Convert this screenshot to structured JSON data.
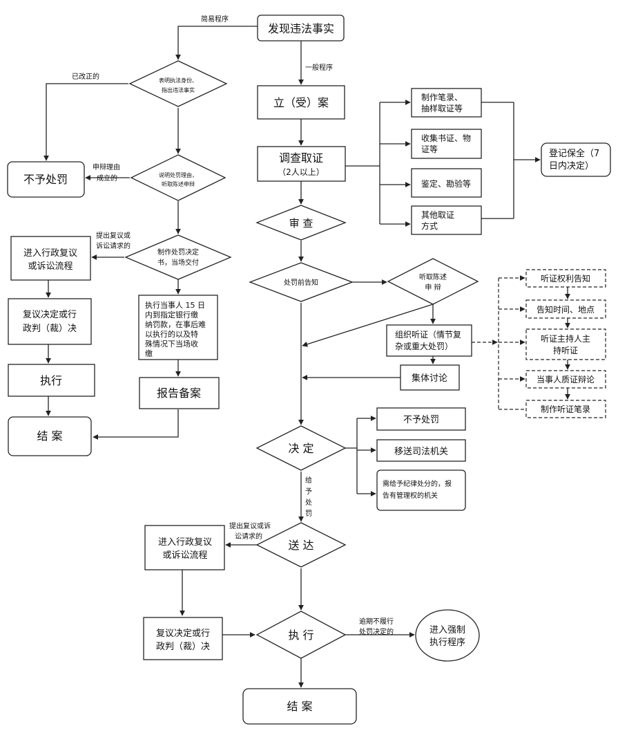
{
  "nodes": {
    "discover": "发现违法事实",
    "file_case": "立（受）案",
    "investigate": [
      "调查取证",
      "（2人以上）"
    ],
    "make_record": [
      "制作笔录、",
      "抽样取证等"
    ],
    "collect_docs": [
      "收集书证、物",
      "证等"
    ],
    "appraisal": "鉴定、勘验等",
    "other_evidence": [
      "其他取证",
      "方式"
    ],
    "register_preserve": [
      "登记保全（7",
      "日内决定）"
    ],
    "review": "审 查",
    "pre_notice": "处罚前告知",
    "hear_statement": [
      "听取陈述",
      "申 辩"
    ],
    "organize_hearing": [
      "组织听证（情节复",
      "杂或重大处罚）"
    ],
    "group_discussion": "集体讨论",
    "hearing_rights": "听证权利告知",
    "notify_time": "告知时间、地点",
    "hearing_host": [
      "听证主持人主",
      "持听证"
    ],
    "cross_exam": "当事人质证辩论",
    "hearing_record": "制作听证笔录",
    "decide": "决 定",
    "no_penalty_r": "不予处罚",
    "transfer_judicial": "移送司法机关",
    "discipline": [
      "需给予纪律处分的，报",
      "告有管理权的机关"
    ],
    "serve": "送 达",
    "admin_review_b": [
      "进入行政复议",
      "或诉讼流程"
    ],
    "review_decision_b": [
      "复议决定或行",
      "政判（裁）决"
    ],
    "execute_b": "执 行",
    "enforcement": [
      "进入强制",
      "执行程序"
    ],
    "close_b": "结 案",
    "show_id": [
      "表明执法身份、",
      "指出违法事实"
    ],
    "explain": [
      "说明处罚理由，",
      "听取陈述申辩"
    ],
    "make_decision_book": [
      "制作处罚决定",
      "书，当场交付"
    ],
    "no_penalty_l": "不予处罚",
    "admin_review_l": [
      "进入行政复议",
      "或诉讼流程"
    ],
    "review_decision_l": [
      "复议决定或行",
      "政判（裁）决"
    ],
    "execute_l": "执行",
    "close_l": "结 案",
    "pay_fine": [
      "执行当事人 15 日",
      "内到指定银行缴",
      "纳罚款，在事后难",
      "以执行的以及特",
      "殊情况下当场收",
      "缴"
    ],
    "report_file": "报告备案"
  },
  "edge_labels": {
    "simple_procedure": "简易程序",
    "general_procedure": "一般程序",
    "corrected": "已改正的",
    "defense_valid": [
      "申辩理由",
      "成立的"
    ],
    "appeal_left": [
      "提出复议或",
      "诉讼请求的"
    ],
    "give_penalty": [
      "给",
      "予",
      "处",
      "罚"
    ],
    "appeal_bottom": [
      "提出复议或诉",
      "讼请求的"
    ],
    "overdue": [
      "逾期不履行",
      "处罚决定的"
    ]
  }
}
